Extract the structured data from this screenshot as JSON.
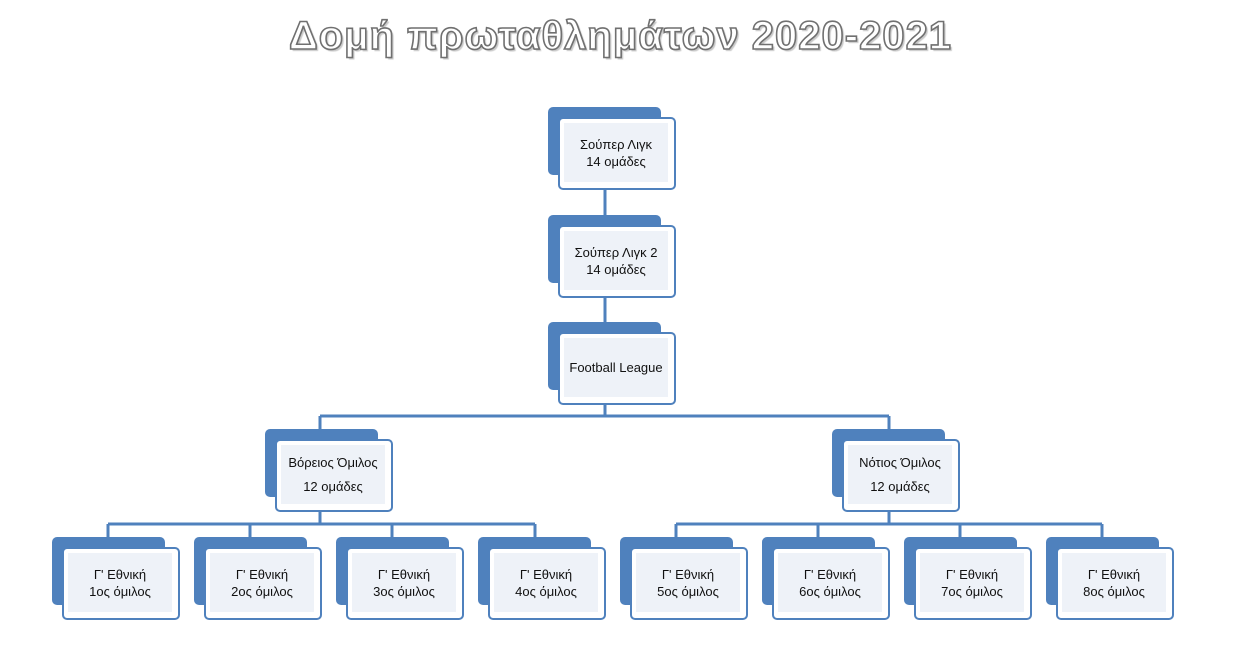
{
  "title": "Δομή πρωταθλημάτων 2020-2021",
  "colors": {
    "accent": "#4f81bd",
    "box_fill": "#eef2f8",
    "line": "#4f81bd"
  },
  "nodes": {
    "super_league": {
      "line1": "Σούπερ Λιγκ",
      "line2": "14 ομάδες"
    },
    "super_league_2": {
      "line1": "Σούπερ Λιγκ 2",
      "line2": "14 ομάδες"
    },
    "football_league": {
      "line1": "Football League"
    },
    "north_group": {
      "line1": "Βόρειος Όμιλος",
      "line2": "12 ομάδες"
    },
    "south_group": {
      "line1": "Νότιος Όμιλος",
      "line2": "12 ομάδες"
    },
    "gamma": [
      {
        "line1": "Γ' Εθνική",
        "line2": "1ος όμιλος"
      },
      {
        "line1": "Γ' Εθνική",
        "line2": "2ος όμιλος"
      },
      {
        "line1": "Γ' Εθνική",
        "line2": "3ος όμιλος"
      },
      {
        "line1": "Γ' Εθνική",
        "line2": "4ος όμιλος"
      },
      {
        "line1": "Γ' Εθνική",
        "line2": "5ος όμιλος"
      },
      {
        "line1": "Γ' Εθνική",
        "line2": "6ος όμιλος"
      },
      {
        "line1": "Γ' Εθνική",
        "line2": "7ος όμιλος"
      },
      {
        "line1": "Γ' Εθνική",
        "line2": "8ος όμιλος"
      }
    ]
  }
}
